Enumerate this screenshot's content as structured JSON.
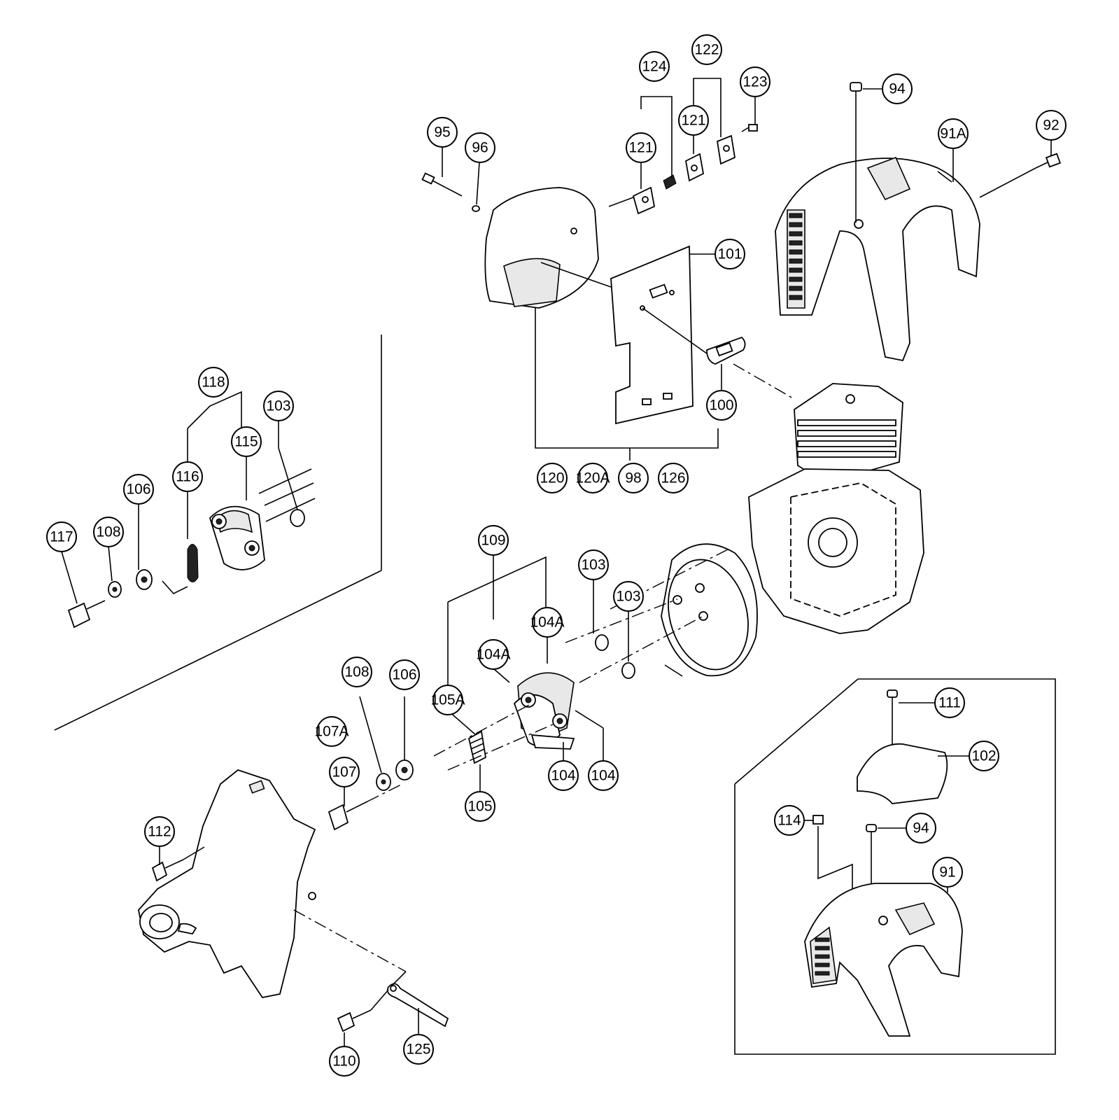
{
  "labels": {
    "c95": "95",
    "c96": "96",
    "c124": "124",
    "c122": "122",
    "c123": "123",
    "c121a": "121",
    "c121b": "121",
    "c94a": "94",
    "c91A": "91A",
    "c92": "92",
    "c101": "101",
    "c100": "100",
    "c120": "120",
    "c120A": "120A",
    "c98": "98",
    "c126": "126",
    "c118": "118",
    "c103a": "103",
    "c115": "115",
    "c116": "116",
    "c106a": "106",
    "c117": "117",
    "c108a": "108",
    "c109": "109",
    "c103b": "103",
    "c103c": "103",
    "c104Aa": "104A",
    "c104Ab": "104A",
    "c108b": "108",
    "c106b": "106",
    "c105A": "105A",
    "c107A": "107A",
    "c107": "107",
    "c105": "105",
    "c104a": "104",
    "c104b": "104",
    "c111": "111",
    "c102": "102",
    "c112": "112",
    "c114": "114",
    "c94b": "94",
    "c91": "91",
    "c110": "110",
    "c125": "125"
  }
}
